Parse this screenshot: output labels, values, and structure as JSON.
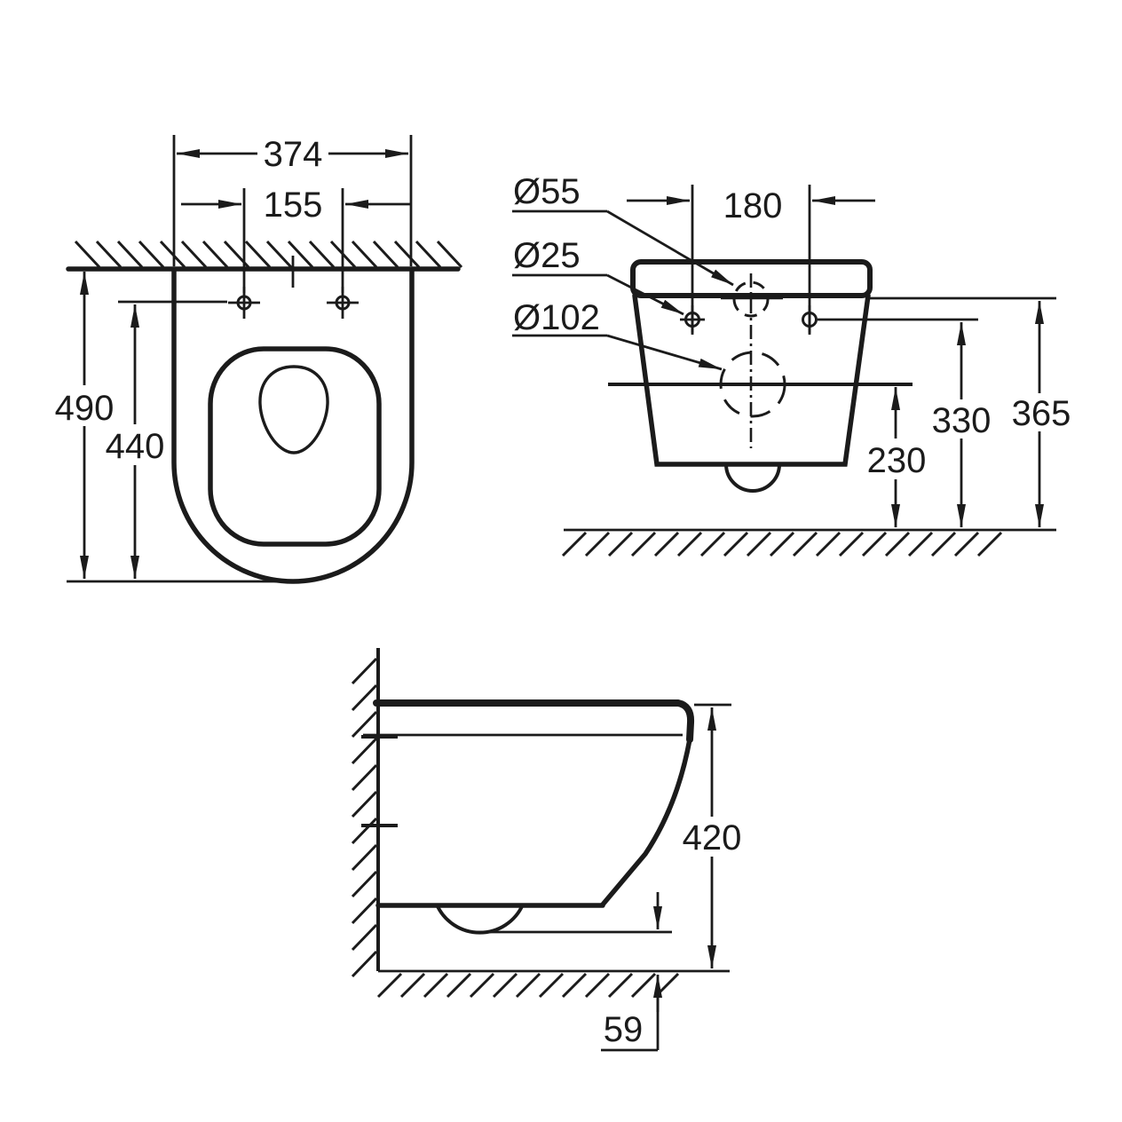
{
  "top_view": {
    "overall_width": "374",
    "hole_spacing": "155",
    "overall_depth": "490",
    "hole_depth": "440"
  },
  "front_view": {
    "inlet_diameter": "Ø55",
    "mounting_hole_diameter": "Ø25",
    "outlet_diameter": "Ø102",
    "hole_spacing": "180",
    "top_height": "365",
    "hole_height": "330",
    "outlet_height": "230"
  },
  "side_view": {
    "overall_height": "420",
    "floor_clearance": "59"
  },
  "colors": {
    "line": "#1b1b1b",
    "background": "#ffffff"
  }
}
